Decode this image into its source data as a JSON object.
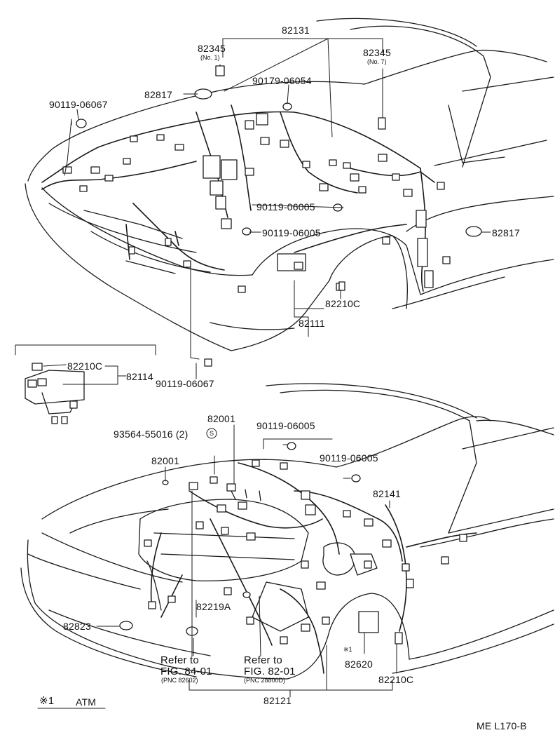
{
  "labels": {
    "p82131": "82131",
    "p82345_a": "82345",
    "no1": "(No. 1)",
    "p82345_b": "82345",
    "no7": "(No. 7)",
    "p82817_a": "82817",
    "p90179": "90179-06054",
    "p90119_06067_a": "90119-06067",
    "p90119_06005_a": "90119-06005",
    "p90119_06005_b": "90119-06005",
    "p82817_b": "82817",
    "p82210c_a": "82210C",
    "p82111": "82111",
    "p82210c_b": "82210C",
    "p82114": "82114",
    "p90119_06067_b": "90119-06067",
    "p82001_a": "82001",
    "p93564": "93564-55016 (2)",
    "s_mark": "S",
    "p90119_06005_c": "90119-06005",
    "p82001_b": "82001",
    "p90119_06005_d": "90119-06005",
    "p82141": "82141",
    "p82219a": "82219A",
    "p82823": "82823",
    "refer1_a": "Refer to",
    "refer1_b": "FIG. 84-01",
    "refer1_c": "(PNC 82602)",
    "refer2_a": "Refer to",
    "refer2_b": "FIG. 82-01",
    "refer2_c": "(PNC 28800D)",
    "star1": "※1",
    "p82620": "82620",
    "p82210c_c": "82210C",
    "p82121": "82121",
    "legend_mark": "※1",
    "legend_text": "ATM",
    "code": "ME L170-B"
  }
}
